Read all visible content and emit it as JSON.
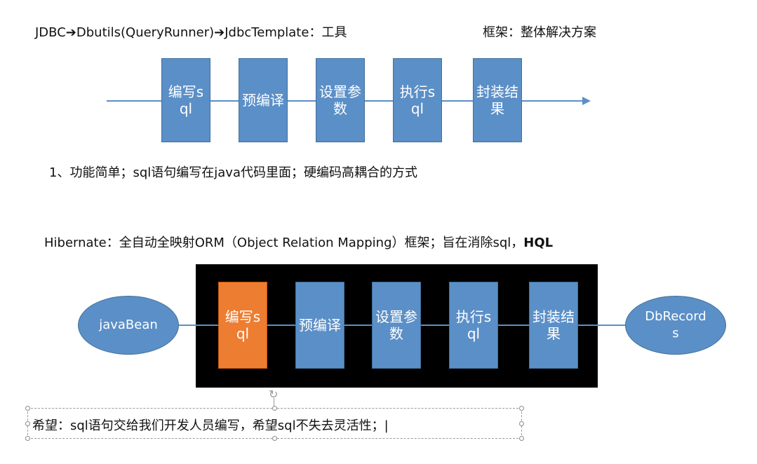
{
  "top": {
    "chain_parts": [
      "JDBC",
      "Dbutils(QueryRunner)",
      "JdbcTemplate"
    ],
    "chain_suffix": "：工具",
    "framework_label": "框架：整体解决方案",
    "steps": [
      "编写sql",
      "预编译",
      "设置参数",
      "执行sql",
      "封装结果"
    ],
    "feature_note": "1、功能简单；sql语句编写在java代码里面；硬编码高耦合的方式"
  },
  "hibernate": {
    "intro": "Hibernate：全自动全映射ORM（Object Relation Mapping）框架；旨在消除sql，",
    "hql": "HQL",
    "left_node": "javaBean",
    "right_node": "DbRecords",
    "steps": [
      "编写sql",
      "预编译",
      "设置参数",
      "执行sql",
      "封装结果"
    ],
    "highlighted_step": "编写sql",
    "highlight_color": "#ed7d31"
  },
  "wish_text": "希望：sql语句交给我们开发人员编写，希望sql不失去灵活性；|",
  "colors": {
    "box_blue": "#5b8fc7",
    "panel_black": "#000000",
    "orange": "#ed7d31"
  },
  "icons": {
    "arrow": "right-arrow-icon",
    "rotate": "rotate-handle-icon"
  }
}
